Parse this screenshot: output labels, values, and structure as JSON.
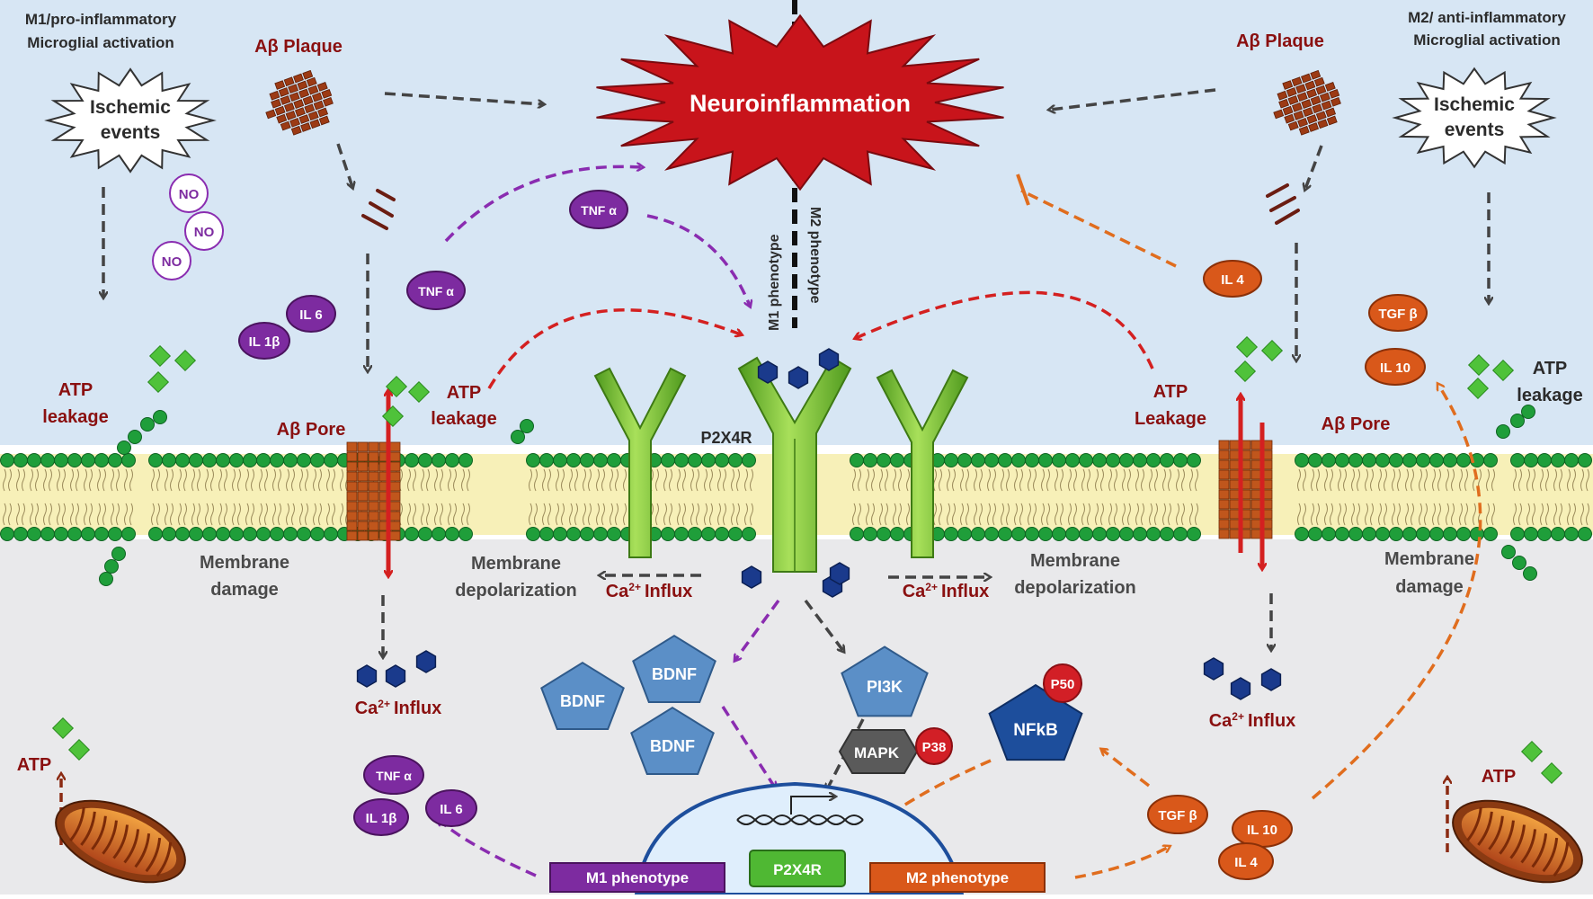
{
  "colors": {
    "extracellular": "#d7e6f4",
    "membrane_band": "#f7f0b8",
    "intracellular": "#e9e9eb",
    "lipid_head": "#1f9e3a",
    "receptor": "#7cc63a",
    "burst": "#c8141b",
    "arrow_gray": "#444444",
    "arrow_purple": "#8a2cb0",
    "arrow_red": "#d42020",
    "arrow_orange": "#e06d1e",
    "cytokine_purple": "#7d2ba0",
    "cytokine_orange": "#d9581a",
    "bdnf_blue": "#5b8fc7",
    "nfkb_blue": "#1d4e9c",
    "mapk_gray": "#5a5a5a",
    "p_red": "#d21f26",
    "ca_ion": "#1a3a8c"
  },
  "icons": [
    "burst-icon",
    "plaque-icon",
    "fragment-icon",
    "atp-icon",
    "ion-icon",
    "mitochondria-icon",
    "nucleus-icon",
    "dna-icon",
    "receptor-icon"
  ],
  "left": {
    "title_line1": "M1/pro-inflammatory",
    "title_line2": "Microglial activation",
    "ischemic_line1": "Ischemic",
    "ischemic_line2": "events",
    "plaque_label": "Aβ Plaque",
    "no_label": "NO",
    "tnf_label": "TNF α",
    "il6_label": "IL 6",
    "il1b_label": "IL 1β",
    "atp_leak_line1": "ATP",
    "atp_leak_line2": "leakage",
    "atp_leak2_line1": "ATP",
    "atp_leak2_line2": "leakage",
    "pore_label": "Aβ Pore",
    "damage_line1": "Membrane",
    "damage_line2": "damage",
    "depol_line1": "Membrane",
    "depol_line2": "depolarization",
    "ca_label": "Ca",
    "ca_sup": "2+",
    "influx_label": "Influx",
    "atp_label": "ATP"
  },
  "center": {
    "burst_label": "Neuroinflammation",
    "m1_vertical": "M1 phenotype",
    "m2_vertical": "M2 phenotype",
    "receptor_label": "P2X4R",
    "tnf_label": "TNF α",
    "ca_label": "Ca",
    "ca_sup": "2+",
    "influx_label": "Influx",
    "bdnf_label": "BDNF",
    "pi3k_label": "PI3K",
    "mapk_label": "MAPK",
    "p38_label": "P38",
    "nfkb_label": "NFkB",
    "p50_label": "P50",
    "gene_label": "P2X4R",
    "m1_box": "M1 phenotype",
    "m2_box": "M2 phenotype",
    "tnf_out": "TNF α",
    "il1b_out": "IL 1β",
    "il6_out": "IL 6",
    "tgf_out": "TGF β",
    "il10_out": "IL 10",
    "il4_out": "IL 4"
  },
  "right": {
    "title_line1": "M2/ anti-inflammatory",
    "title_line2": "Microglial activation",
    "ischemic_line1": "Ischemic",
    "ischemic_line2": "events",
    "plaque_label": "Aβ Plaque",
    "il4_label": "IL 4",
    "tgf_label": "TGF β",
    "il10_label": "IL 10",
    "atp_leak_line1": "ATP",
    "atp_leak_line2": "leakage",
    "atp_leak2_line1": "ATP",
    "atp_leak2_line2": "Leakage",
    "pore_label": "Aβ Pore",
    "damage_line1": "Membrane",
    "damage_line2": "damage",
    "depol_line1": "Membrane",
    "depol_line2": "depolarization",
    "ca_label": "Ca",
    "ca_sup": "2+",
    "influx_label": "Influx",
    "atp_label": "ATP"
  }
}
